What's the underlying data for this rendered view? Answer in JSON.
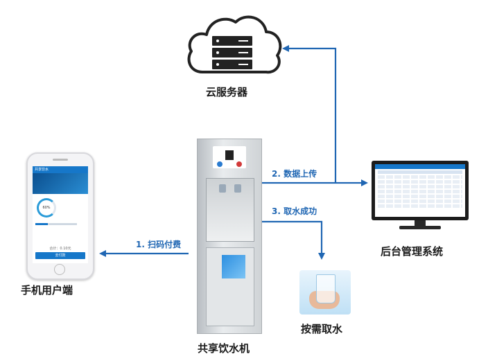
{
  "nodes": {
    "cloud_server": "云服务器",
    "mobile_client": "手机用户端",
    "dispenser": "共享饮水机",
    "backend_system": "后台管理系统",
    "get_water": "按需取水"
  },
  "edges": {
    "scan_pay": "1. 扫码付费",
    "data_upload": "2. 数据上传",
    "water_success": "3. 取水成功"
  },
  "phone_screen": {
    "header": "共享饮水",
    "gauge": "60%",
    "price": "合计：0.10元",
    "pay_button": "去付款"
  },
  "colors": {
    "arrow": "#1f66b3",
    "accent": "#1677c9"
  }
}
